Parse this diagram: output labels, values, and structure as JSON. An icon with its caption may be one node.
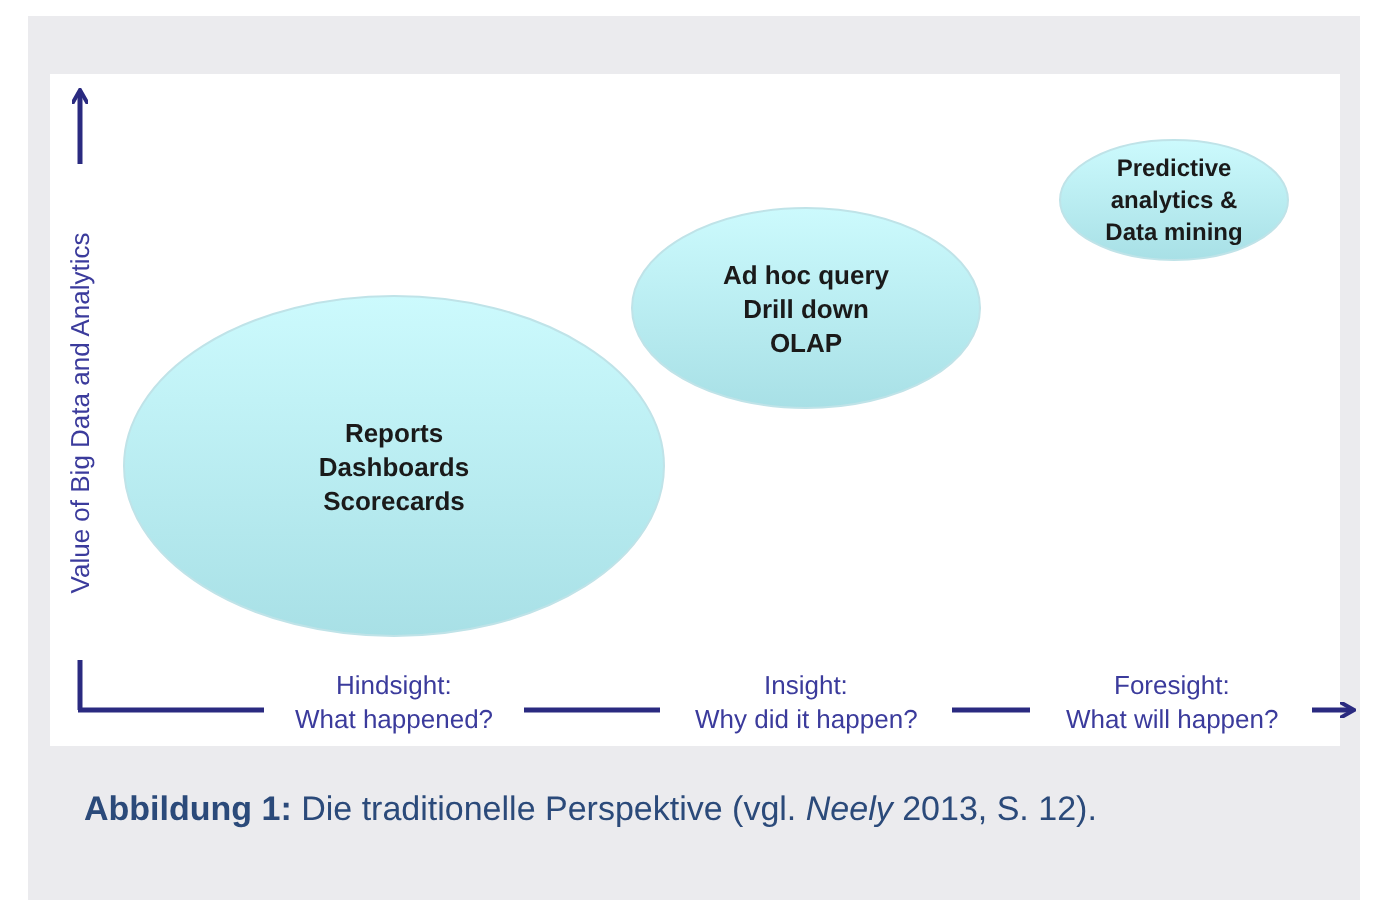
{
  "diagram": {
    "caption": "**Abbildung 1:** Die traditionelle Perspektive (vgl. *Neely* 2013, S. 12).",
    "nodes": [
      {
        "text": [
          "Reports",
          "Dashboards",
          "Scorecards"
        ]
      },
      {
        "text": [
          "Ad hoc query",
          "Drill down",
          "OLAP"
        ]
      },
      {
        "text": [
          "Predictive analytics & Data mining"
        ]
      }
    ],
    "edges": [],
    "labels": [
      "Value of Big Data and Analytics",
      "Hindsight:",
      "What happened?",
      "Insight:",
      "Why did it happen?",
      "Foresight:",
      "What will happen?"
    ]
  }
}
